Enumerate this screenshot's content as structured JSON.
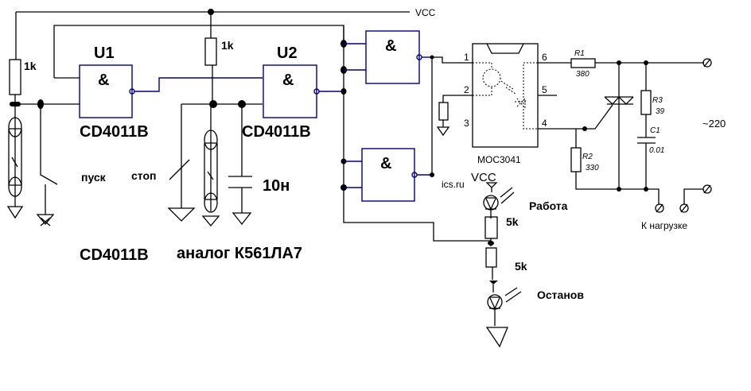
{
  "power": {
    "vcc_label": "VCC",
    "vcc_led_label": "VCC"
  },
  "gates": {
    "u1": {
      "ref": "U1",
      "symbol": "&",
      "part": "CD4011B"
    },
    "u2": {
      "ref": "U2",
      "symbol": "&",
      "part": "CD4011B"
    },
    "u3": {
      "symbol": "&"
    },
    "u4": {
      "symbol": "&"
    }
  },
  "resistors": {
    "r_left": "1k",
    "r_mid": "1k",
    "r_led1": "5k",
    "r_led2": "5k",
    "r1_ref": "R1",
    "r1_val": "380",
    "r2_ref": "R2",
    "r2_val": "330",
    "r3_ref": "R3",
    "r3_val": "39"
  },
  "capacitors": {
    "c_timer": "10н",
    "c1_ref": "C1",
    "c1_val": "0.01"
  },
  "buttons": {
    "start": "пуск",
    "stop": "стоп"
  },
  "optocoupler": {
    "part": "MOC3041",
    "pins": [
      "1",
      "2",
      "3",
      "4",
      "5",
      "6"
    ]
  },
  "leds": {
    "run": "Работа",
    "stop": "Останов"
  },
  "mains": {
    "voltage": "~220",
    "load": "К нагрузке"
  },
  "footer": {
    "part": "CD4011B",
    "analog": "аналог К561ЛА7"
  },
  "watermark": "ics.ru"
}
